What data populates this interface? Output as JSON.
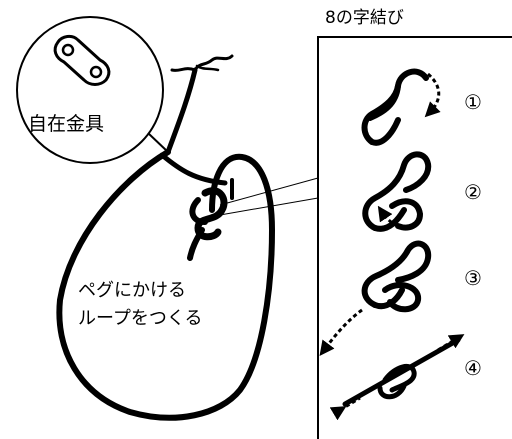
{
  "panel": {
    "title": "8の字結び",
    "steps": [
      "①",
      "②",
      "③",
      "④"
    ]
  },
  "labels": {
    "tensioner": "自在金具",
    "loop_line1": "ペグにかける",
    "loop_line2": "ループをつくる"
  },
  "icons": [
    "tensioner-icon",
    "rope-loop-icon",
    "figure-eight-knot-icon",
    "dashed-arrow-icon"
  ],
  "colors": {
    "line": "#000000",
    "background": "#ffffff"
  }
}
